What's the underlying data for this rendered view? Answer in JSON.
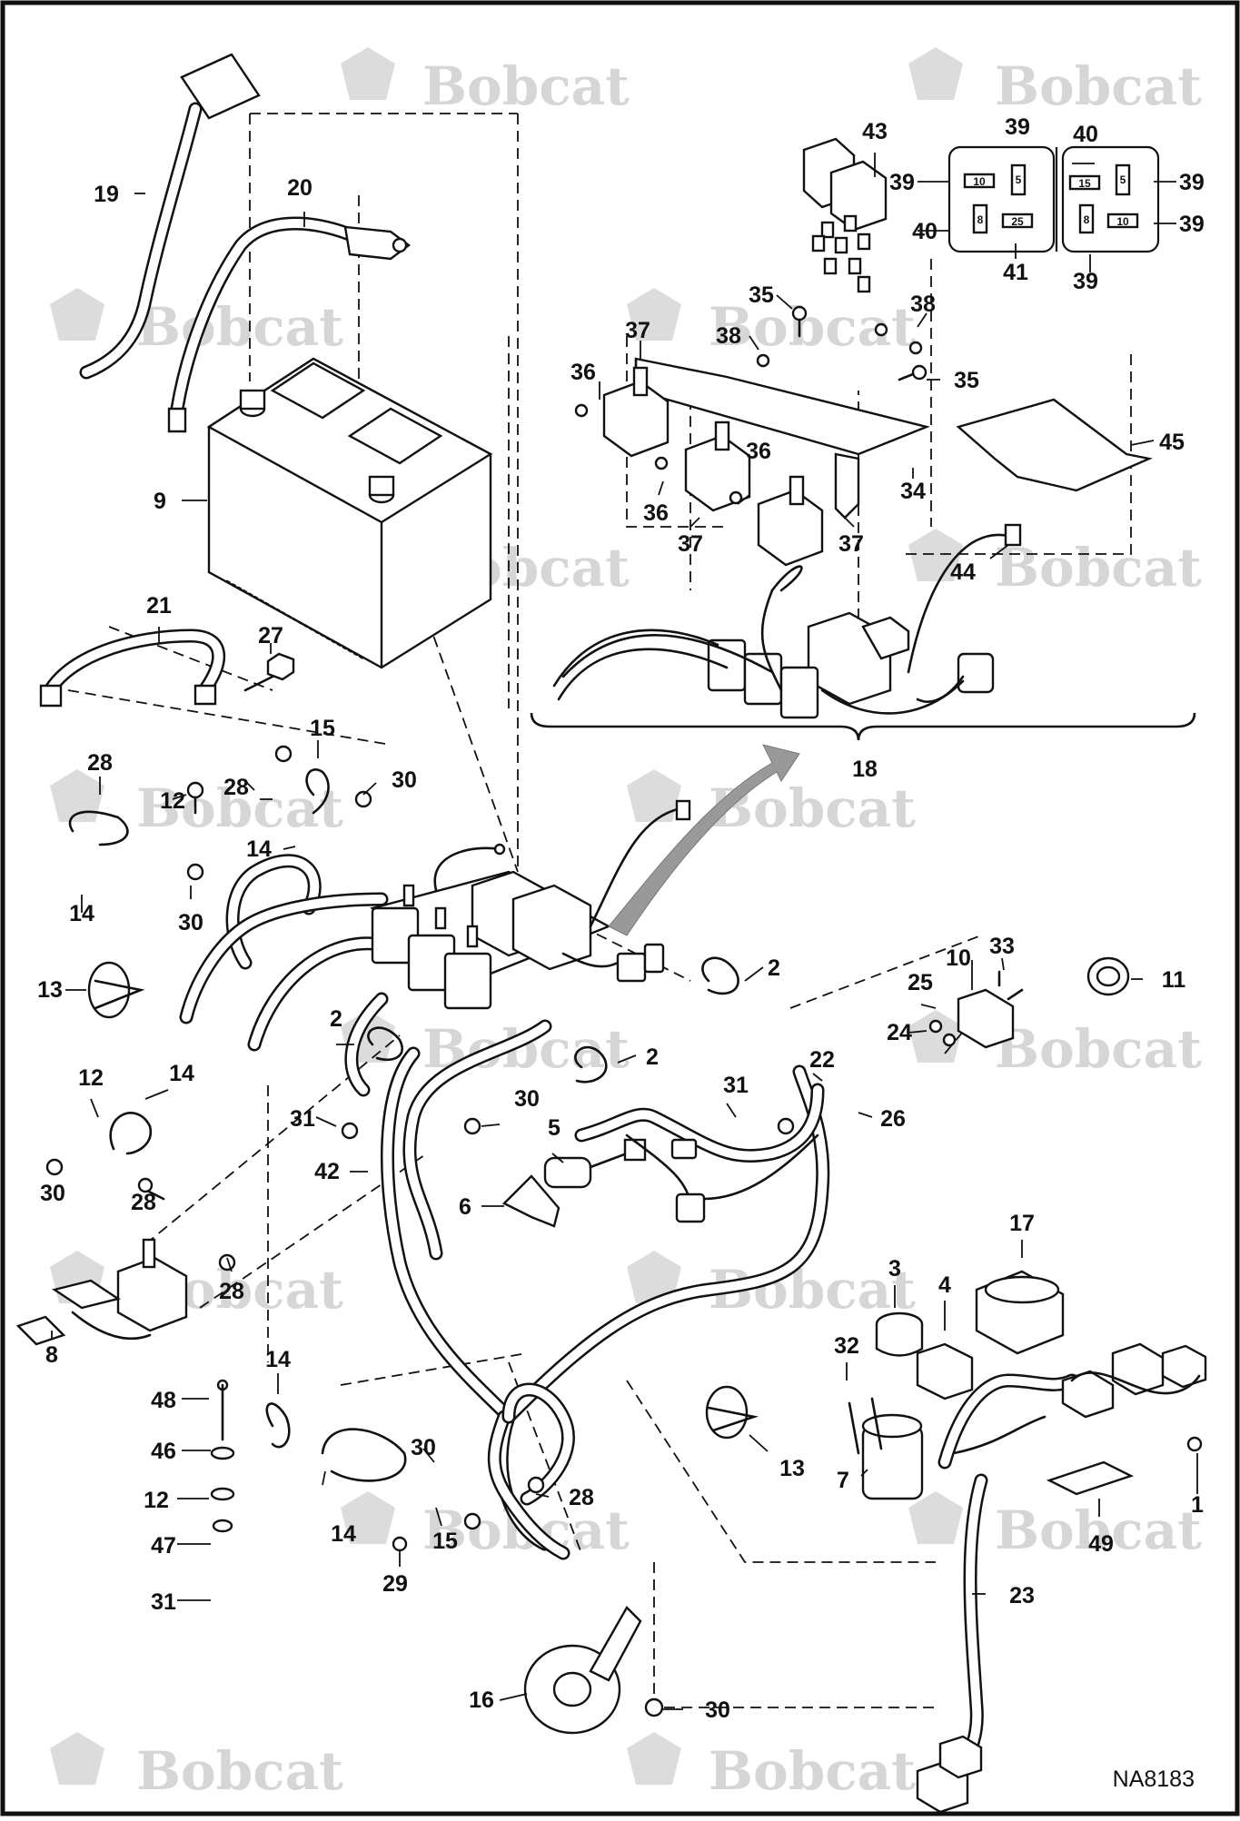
{
  "drawing": {
    "code": "NA8183",
    "watermark": "Bobcat"
  },
  "relay_pinout": {
    "left": {
      "pin_left": "10",
      "pin_top": "5",
      "pin_middle": "8",
      "pin_bottom": "25"
    },
    "right": {
      "pin_left": "15",
      "pin_top": "5",
      "pin_middle": "8",
      "pin_bottom": "10"
    }
  },
  "callouts": [
    {
      "id": "c43",
      "label": "43"
    },
    {
      "id": "c39a",
      "label": "39"
    },
    {
      "id": "c40a",
      "label": "40"
    },
    {
      "id": "c39b",
      "label": "39"
    },
    {
      "id": "c39c",
      "label": "39"
    },
    {
      "id": "c40b",
      "label": "40"
    },
    {
      "id": "c39d",
      "label": "39"
    },
    {
      "id": "c41",
      "label": "41"
    },
    {
      "id": "c39e",
      "label": "39"
    },
    {
      "id": "c19",
      "label": "19"
    },
    {
      "id": "c20",
      "label": "20"
    },
    {
      "id": "c9",
      "label": "9"
    },
    {
      "id": "c35a",
      "label": "35"
    },
    {
      "id": "c38a",
      "label": "38"
    },
    {
      "id": "c37a",
      "label": "37"
    },
    {
      "id": "c38b",
      "label": "38"
    },
    {
      "id": "c36a",
      "label": "36"
    },
    {
      "id": "c35b",
      "label": "35"
    },
    {
      "id": "c45",
      "label": "45"
    },
    {
      "id": "c36b",
      "label": "36"
    },
    {
      "id": "c36c",
      "label": "36"
    },
    {
      "id": "c34",
      "label": "34"
    },
    {
      "id": "c37b",
      "label": "37"
    },
    {
      "id": "c37c",
      "label": "37"
    },
    {
      "id": "c44",
      "label": "44"
    },
    {
      "id": "c21",
      "label": "21"
    },
    {
      "id": "c27",
      "label": "27"
    },
    {
      "id": "c18",
      "label": "18"
    },
    {
      "id": "c15a",
      "label": "15"
    },
    {
      "id": "c28a",
      "label": "28"
    },
    {
      "id": "c28b",
      "label": "28"
    },
    {
      "id": "c30a",
      "label": "30"
    },
    {
      "id": "c12a",
      "label": "12"
    },
    {
      "id": "c14a",
      "label": "14"
    },
    {
      "id": "c14b",
      "label": "14"
    },
    {
      "id": "c30b",
      "label": "30"
    },
    {
      "id": "c13a",
      "label": "13"
    },
    {
      "id": "c2a",
      "label": "2"
    },
    {
      "id": "c33",
      "label": "33"
    },
    {
      "id": "c10",
      "label": "10"
    },
    {
      "id": "c11",
      "label": "11"
    },
    {
      "id": "c25",
      "label": "25"
    },
    {
      "id": "c24",
      "label": "24"
    },
    {
      "id": "c2b",
      "label": "2"
    },
    {
      "id": "c2c",
      "label": "2"
    },
    {
      "id": "c12b",
      "label": "12"
    },
    {
      "id": "c14c",
      "label": "14"
    },
    {
      "id": "c22",
      "label": "22"
    },
    {
      "id": "c31a",
      "label": "31"
    },
    {
      "id": "c26",
      "label": "26"
    },
    {
      "id": "c31b",
      "label": "31"
    },
    {
      "id": "c30c",
      "label": "30"
    },
    {
      "id": "c5",
      "label": "5"
    },
    {
      "id": "c30d",
      "label": "30"
    },
    {
      "id": "c28c",
      "label": "28"
    },
    {
      "id": "c42",
      "label": "42"
    },
    {
      "id": "c6",
      "label": "6"
    },
    {
      "id": "c17",
      "label": "17"
    },
    {
      "id": "c3",
      "label": "3"
    },
    {
      "id": "c4",
      "label": "4"
    },
    {
      "id": "c28d",
      "label": "28"
    },
    {
      "id": "c8",
      "label": "8"
    },
    {
      "id": "c32",
      "label": "32"
    },
    {
      "id": "c14d",
      "label": "14"
    },
    {
      "id": "c48",
      "label": "48"
    },
    {
      "id": "c46",
      "label": "46"
    },
    {
      "id": "c30e",
      "label": "30"
    },
    {
      "id": "c13b",
      "label": "13"
    },
    {
      "id": "c7",
      "label": "7"
    },
    {
      "id": "c12c",
      "label": "12"
    },
    {
      "id": "c28e",
      "label": "28"
    },
    {
      "id": "c1",
      "label": "1"
    },
    {
      "id": "c14e",
      "label": "14"
    },
    {
      "id": "c15b",
      "label": "15"
    },
    {
      "id": "c49",
      "label": "49"
    },
    {
      "id": "c47",
      "label": "47"
    },
    {
      "id": "c29",
      "label": "29"
    },
    {
      "id": "c23",
      "label": "23"
    },
    {
      "id": "c31c",
      "label": "31"
    },
    {
      "id": "c16",
      "label": "16"
    },
    {
      "id": "c30f",
      "label": "30"
    }
  ]
}
